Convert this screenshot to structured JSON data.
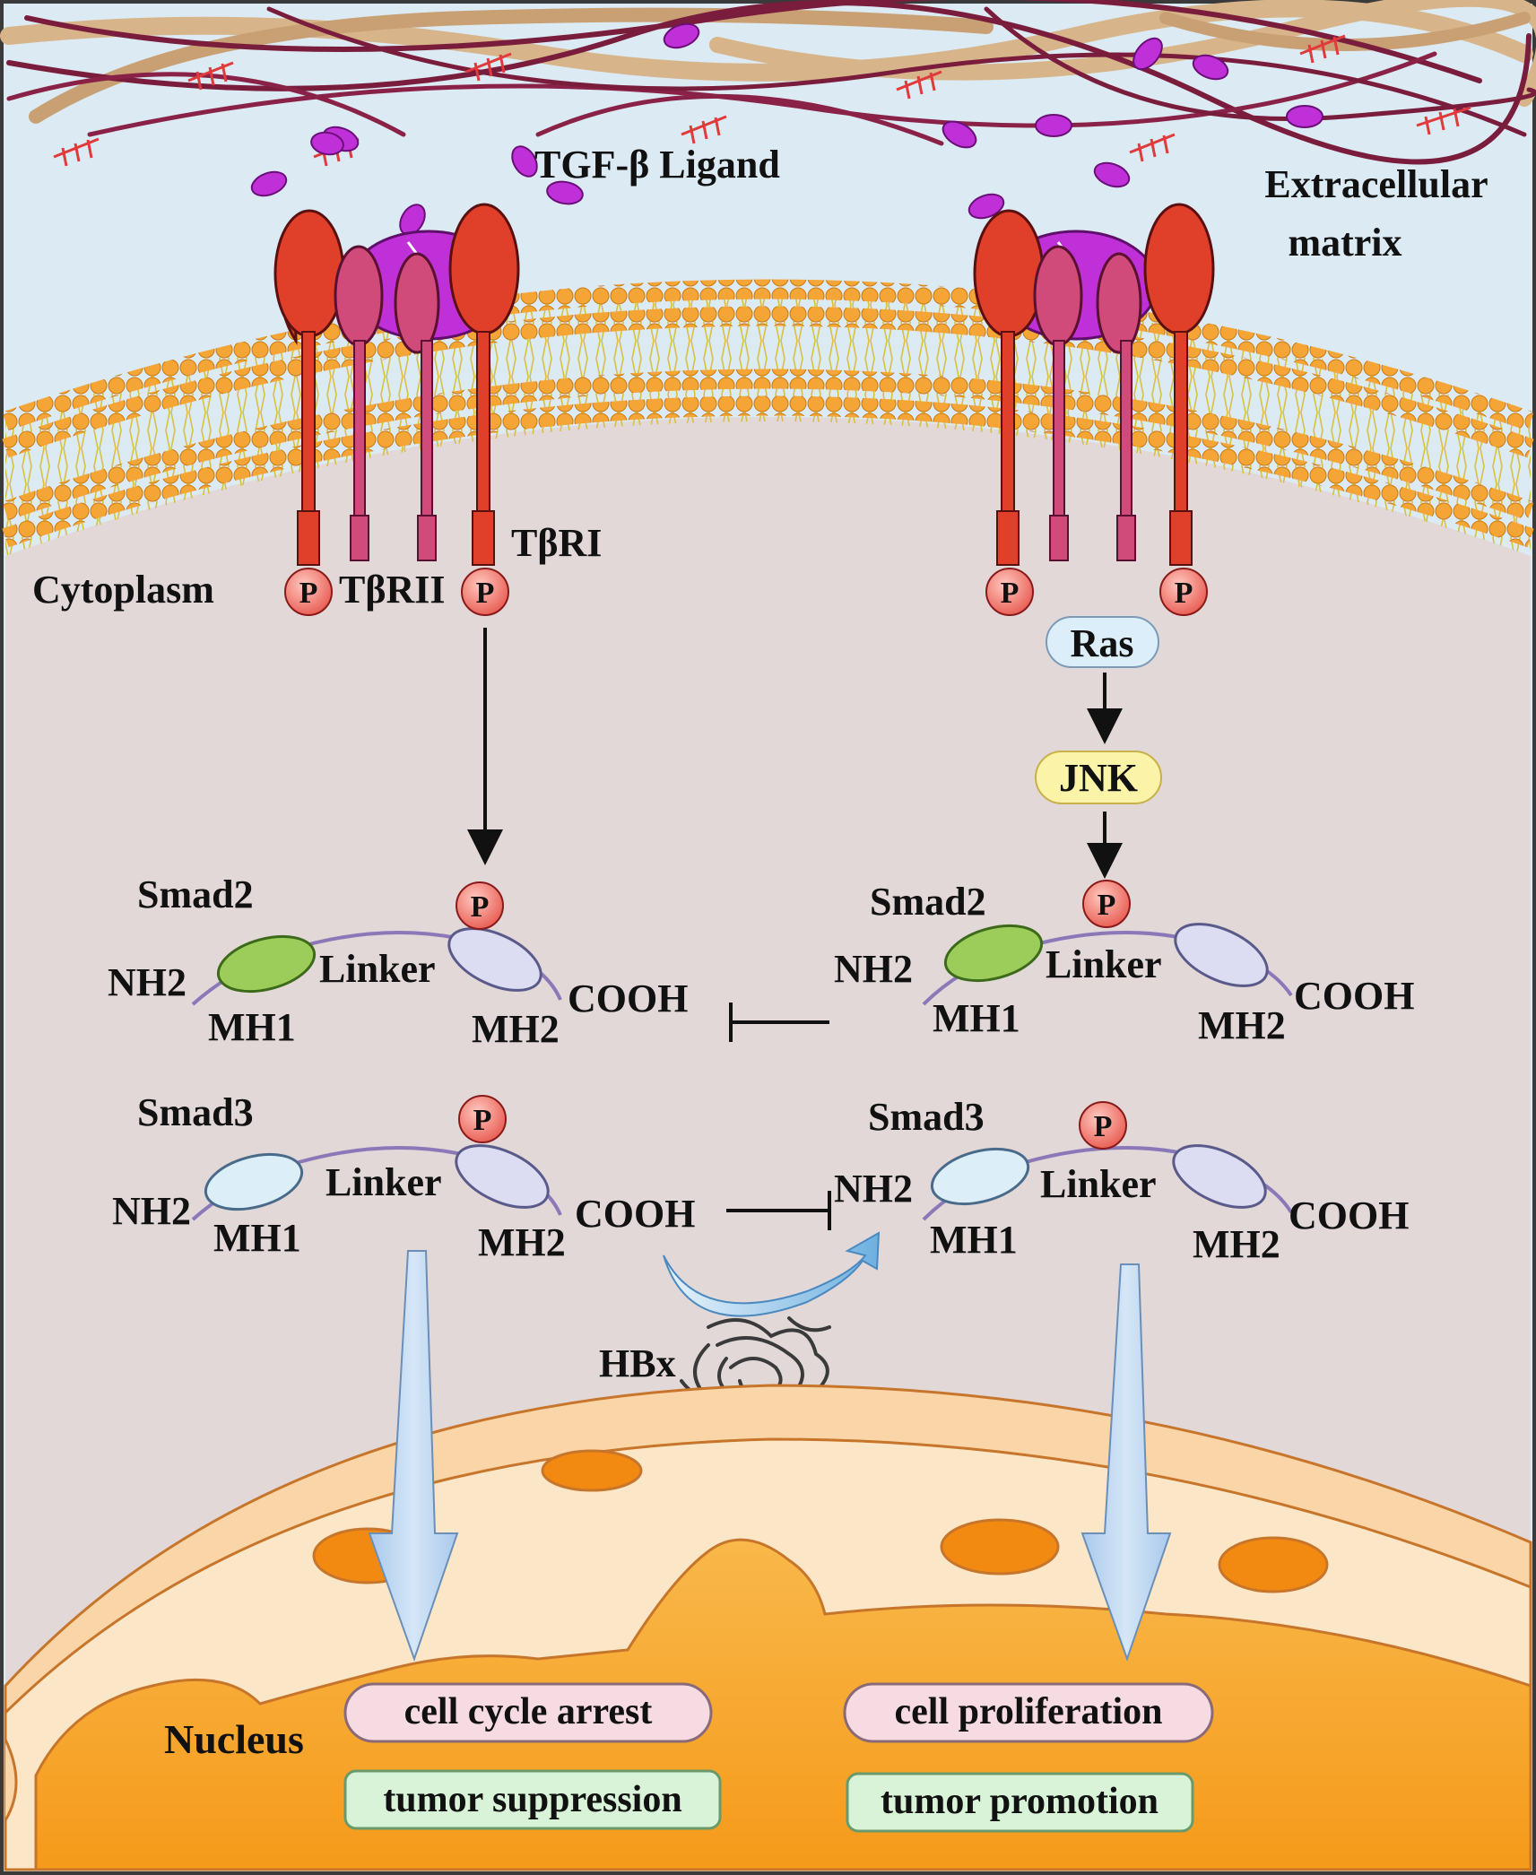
{
  "extracellular": {
    "ligand_label": "TGF-β Ligand",
    "matrix_label_line1": "Extracellular",
    "matrix_label_line2": "matrix"
  },
  "cytoplasm_label": "Cytoplasm",
  "nucleus_label": "Nucleus",
  "receptors": {
    "type1_label": "TβRI",
    "type2_label": "TβRII",
    "phospho_label": "P"
  },
  "signaling": {
    "ras_label": "Ras",
    "jnk_label": "JNK",
    "hbx_label": "HBx"
  },
  "smads": {
    "smad2_label": "Smad2",
    "smad3_label": "Smad3",
    "nh2": "NH2",
    "cooh": "COOH",
    "mh1": "MH1",
    "mh2": "MH2",
    "linker": "Linker"
  },
  "outcomes": {
    "left_effect": "cell cycle arrest",
    "left_result": "tumor suppression",
    "right_effect": "cell proliferation",
    "right_result": "tumor promotion"
  },
  "colors": {
    "ecm_background": "#dbeaf3",
    "cytoplasm": "#e2d8d8",
    "membrane_head": "#f0a030",
    "receptor_red": "#e0402a",
    "receptor_pink": "#d04a7a",
    "ligand_purple": "#c030d8",
    "mh1_smad2": "#9ccc5a",
    "mh1_smad3": "#dceef7",
    "mh2": "#dcdcf2",
    "nucleus_orange": "#f7a028",
    "arrow_blue": "#b7d4f0",
    "effect_pink": "#f6dce2",
    "result_green": "#d8f3d8"
  }
}
